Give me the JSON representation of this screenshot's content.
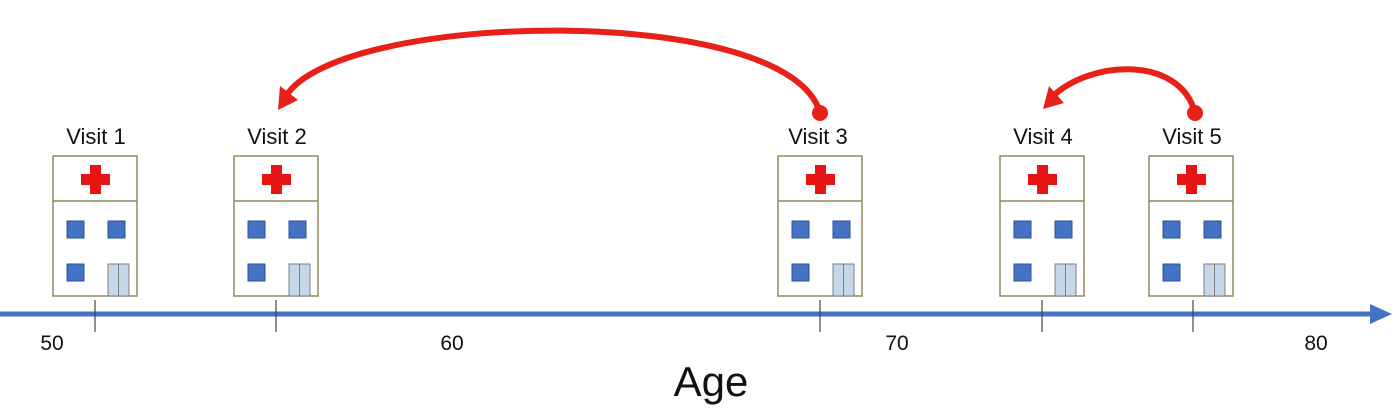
{
  "colors": {
    "axis": "#4472C4",
    "arrow": "#E8201A",
    "cross": "#E81414",
    "building_border": "#8C8C5A",
    "window": "#4472C4",
    "window_border": "#2F528F",
    "door": "#C5D6E8",
    "door_border": "#7F7F7F",
    "visit_tick": "#444444"
  },
  "axis": {
    "title": "Age",
    "ticks": [
      {
        "label": "50"
      },
      {
        "label": "60"
      },
      {
        "label": "70"
      },
      {
        "label": "80"
      }
    ]
  },
  "visits": [
    {
      "label": "Visit 1",
      "icon": "hospital-icon"
    },
    {
      "label": "Visit 2",
      "icon": "hospital-icon"
    },
    {
      "label": "Visit 3",
      "icon": "hospital-icon"
    },
    {
      "label": "Visit 4",
      "icon": "hospital-icon"
    },
    {
      "label": "Visit 5",
      "icon": "hospital-icon"
    }
  ],
  "arrows": [
    {
      "from": "Visit 3",
      "to": "Visit 2"
    },
    {
      "from": "Visit 5",
      "to": "Visit 4"
    }
  ]
}
